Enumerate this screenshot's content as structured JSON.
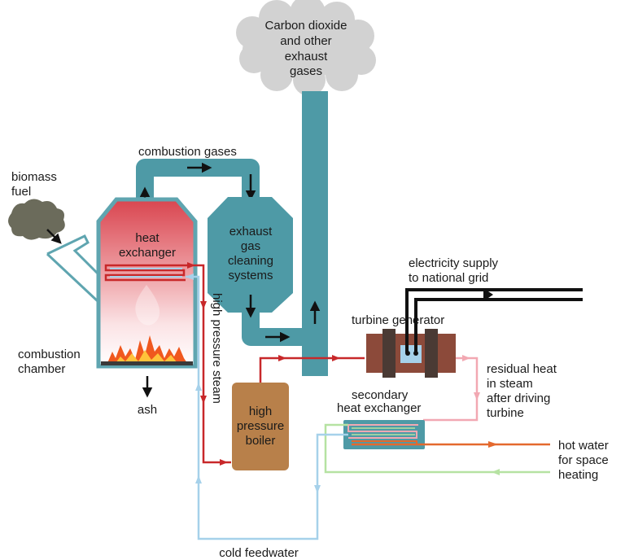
{
  "labels": {
    "exhaust_cloud": [
      "Carbon dioxide",
      "and other",
      "exhaust",
      "gases"
    ],
    "combustion_gases": "combustion gases",
    "biomass_fuel": [
      "biomass",
      "fuel"
    ],
    "heat_exchanger": [
      "heat",
      "exchanger"
    ],
    "combustion_chamber": [
      "combustion",
      "chamber"
    ],
    "ash": "ash",
    "high_pressure_steam": "high pressure steam",
    "exhaust_gas_cleaning": [
      "exhaust",
      "gas",
      "cleaning",
      "systems"
    ],
    "high_pressure_boiler": [
      "high",
      "pressure",
      "boiler"
    ],
    "turbine_generator": "turbine generator",
    "electricity_supply": [
      "electricity supply",
      "to national grid"
    ],
    "residual_heat": [
      "residual heat",
      "in steam",
      "after driving",
      "turbine"
    ],
    "secondary_heat_exchanger": [
      "secondary",
      "heat exchanger"
    ],
    "hot_water": [
      "hot water",
      "for space",
      "heating"
    ],
    "cold_feedwater": "cold feedwater"
  },
  "colors": {
    "duct": "#4e9aa6",
    "steam": "#c8282a",
    "residual": "#f2a8b2",
    "feedwater": "#a6d1ea",
    "green_loop": "#b6e2a2",
    "hot_water": "#e4692e",
    "boiler": "#b8804a",
    "turbine": "#8c4a3a",
    "smoke": "#d2d2d2",
    "fuel": "#6b6b5b",
    "fire": "#f0581e"
  }
}
